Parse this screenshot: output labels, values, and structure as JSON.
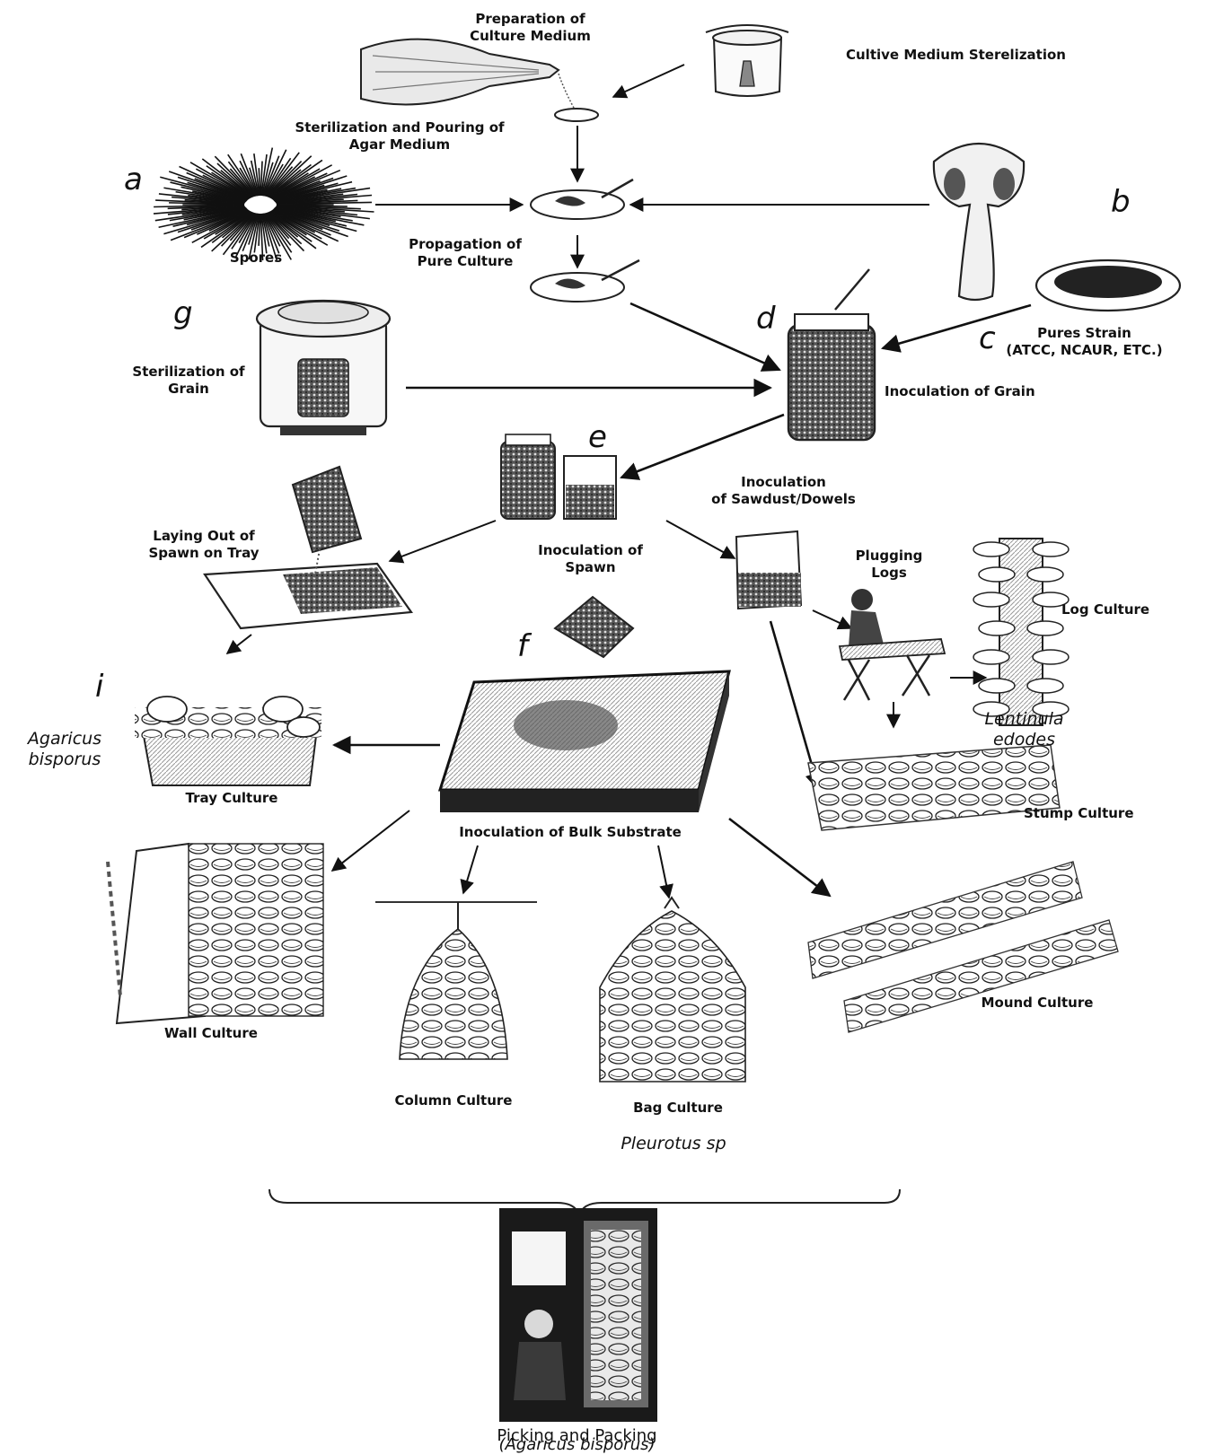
{
  "steps": {
    "prep_medium": "Preparation of\nCulture Medium",
    "medium_steril": "Cultive Medium Sterelization",
    "pour_agar": "Sterilization and Pouring of\nAgar Medium",
    "spores": "Spores",
    "propagation": "Propagation of\nPure Culture",
    "pure_strain": "Pures Strain\n(ATCC, NCAUR, ETC.)",
    "grain_steril": "Sterilization of\nGrain",
    "inoc_grain": "Inoculation of Grain",
    "inoc_sawdust": "Inoculation\nof Sawdust/Dowels",
    "laying_spawn": "Laying Out of\nSpawn on Tray",
    "inoc_spawn": "Inoculation of\nSpawn",
    "plugging_logs": "Plugging\nLogs",
    "log_culture": "Log Culture",
    "tray_culture": "Tray Culture",
    "stump_culture": "Stump Culture",
    "inoc_bulk": "Inoculation of Bulk Substrate",
    "wall_culture": "Wall Culture",
    "column_culture": "Column Culture",
    "bag_culture": "Bag Culture",
    "mound_culture": "Mound Culture",
    "picking": "Picking and Packing"
  },
  "letters": {
    "a": "a",
    "b": "b",
    "c": "c",
    "d": "d",
    "e": "e",
    "f": "f",
    "g": "g",
    "i": "i"
  },
  "species": {
    "agaricus": "Agaricus\nbisporus",
    "lentinula": "Lentinula\nedodes",
    "pleurotus": "Pleurotus sp",
    "agaricus_paren": "(Agaricus bisporus)"
  }
}
